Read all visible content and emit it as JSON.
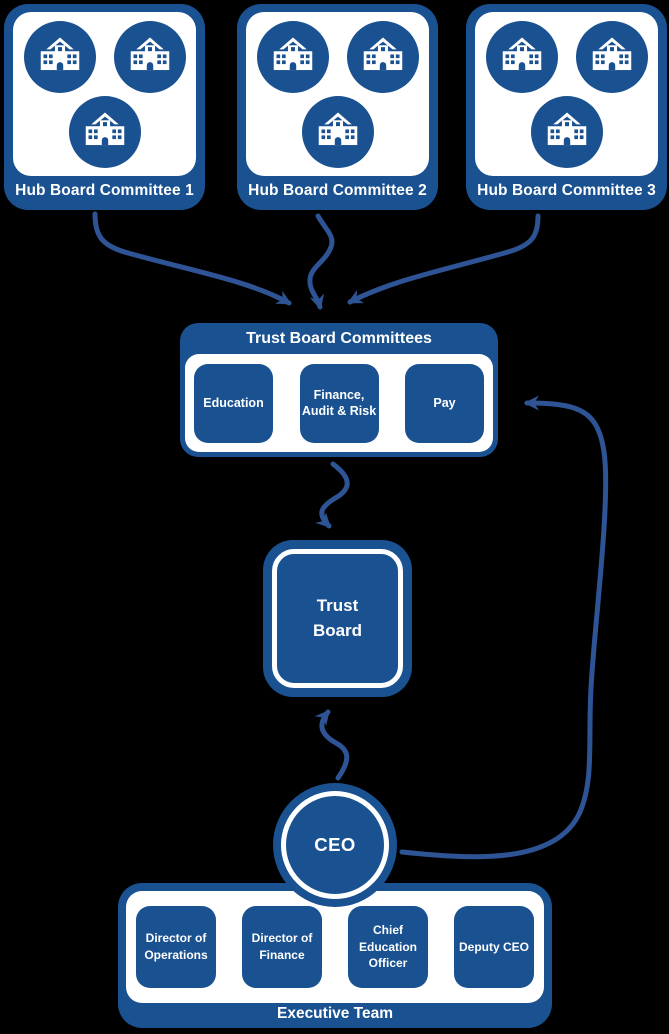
{
  "colors": {
    "node_blue": "#1A5190",
    "arrow_blue": "#2E5496",
    "background": "#000000",
    "text_white": "#FFFFFF"
  },
  "hub_committees": [
    {
      "label": "Hub Board Committee 1",
      "school_count": 3
    },
    {
      "label": "Hub Board Committee 2",
      "school_count": 3
    },
    {
      "label": "Hub Board Committee 3",
      "school_count": 3
    }
  ],
  "trust_board_committees": {
    "title": "Trust Board Committees",
    "items": [
      {
        "label": "Education"
      },
      {
        "label": "Finance, Audit & Risk"
      },
      {
        "label": "Pay"
      }
    ]
  },
  "trust_board": {
    "label": "Trust Board"
  },
  "ceo": {
    "label": "CEO"
  },
  "executive_team": {
    "title": "Executive Team",
    "items": [
      {
        "label": "Director of Operations"
      },
      {
        "label": "Director of Finance"
      },
      {
        "label": "Chief Education Officer"
      },
      {
        "label": "Deputy CEO"
      }
    ]
  }
}
